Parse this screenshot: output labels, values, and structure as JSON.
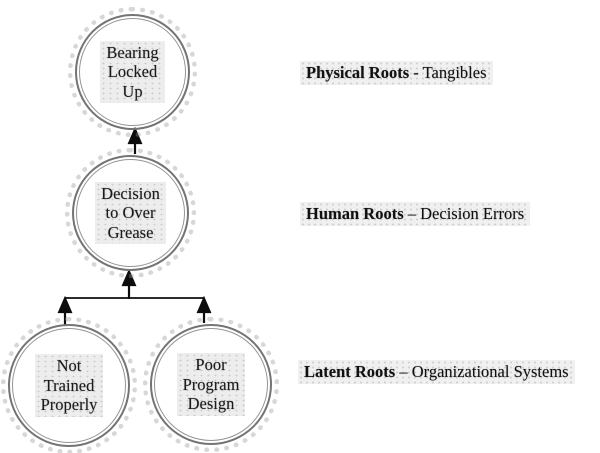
{
  "diagram": {
    "type": "root-cause-tree",
    "background_color": "#ffffff",
    "circle_border_color": "#747474",
    "arrow_color": "#0d0d0d",
    "text_color": "#1b1b1b",
    "nodes": [
      {
        "id": "bearing-locked-up",
        "level": "physical",
        "lines": [
          "Bearing",
          "Locked",
          "Up"
        ]
      },
      {
        "id": "decision-over-grease",
        "level": "human",
        "lines": [
          "Decision",
          "to Over",
          "Grease"
        ]
      },
      {
        "id": "not-trained-properly",
        "level": "latent",
        "lines": [
          "Not",
          "Trained",
          "Properly"
        ]
      },
      {
        "id": "poor-program-design",
        "level": "latent",
        "lines": [
          "Poor",
          "Program",
          "Design"
        ]
      }
    ],
    "edges": [
      {
        "from": "decision-over-grease",
        "to": "bearing-locked-up"
      },
      {
        "from": "not-trained-properly",
        "to": "decision-over-grease"
      },
      {
        "from": "poor-program-design",
        "to": "decision-over-grease"
      }
    ],
    "labels": [
      {
        "bold": "Physical Roots",
        "rest": "- Tangibles"
      },
      {
        "bold": "Human Roots",
        "rest": "– Decision Errors"
      },
      {
        "bold": "Latent Roots",
        "rest": "– Organizational Systems"
      }
    ]
  }
}
